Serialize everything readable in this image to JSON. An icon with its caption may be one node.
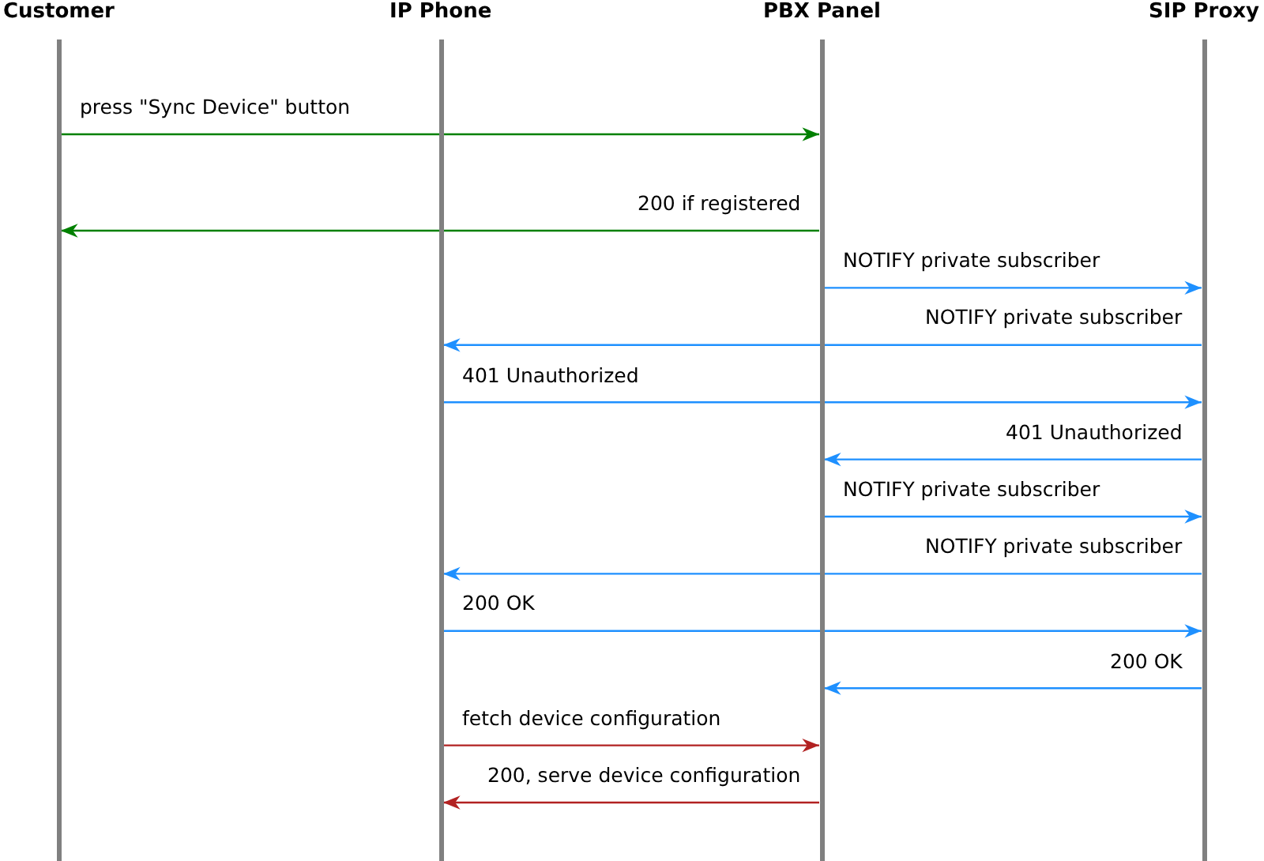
{
  "diagram": {
    "nodes": [
      {
        "text": [
          "Customer"
        ]
      },
      {
        "text": [
          "IP Phone"
        ]
      },
      {
        "text": [
          "PBX Panel"
        ]
      },
      {
        "text": [
          "SIP Proxy"
        ]
      }
    ],
    "edges": [
      {
        "from": 0,
        "to": 2,
        "arrow": "to",
        "label": "press \"Sync Device\" button",
        "color": "#008000"
      },
      {
        "from": 2,
        "to": 0,
        "arrow": "to",
        "label": "200 if registered",
        "color": "#008000"
      },
      {
        "from": 2,
        "to": 3,
        "arrow": "to",
        "label": "NOTIFY private subscriber"
      },
      {
        "from": 3,
        "to": 1,
        "arrow": "to",
        "label": "NOTIFY private subscriber"
      },
      {
        "from": 1,
        "to": 3,
        "arrow": "to",
        "label": "401 Unauthorized"
      },
      {
        "from": 3,
        "to": 2,
        "arrow": "to",
        "label": "401 Unauthorized"
      },
      {
        "from": 2,
        "to": 3,
        "arrow": "to",
        "label": "NOTIFY private subscriber"
      },
      {
        "from": 3,
        "to": 1,
        "arrow": "to",
        "label": "NOTIFY private subscriber"
      },
      {
        "from": 1,
        "to": 3,
        "arrow": "to",
        "label": "200 OK"
      },
      {
        "from": 3,
        "to": 2,
        "arrow": "to",
        "label": "200 OK"
      },
      {
        "from": 1,
        "to": 2,
        "arrow": "to",
        "label": "fetch device configuration",
        "color": "#b22222"
      },
      {
        "from": 2,
        "to": 1,
        "arrow": "to",
        "label": "200, serve device configuration",
        "color": "#b22222"
      }
    ]
  }
}
